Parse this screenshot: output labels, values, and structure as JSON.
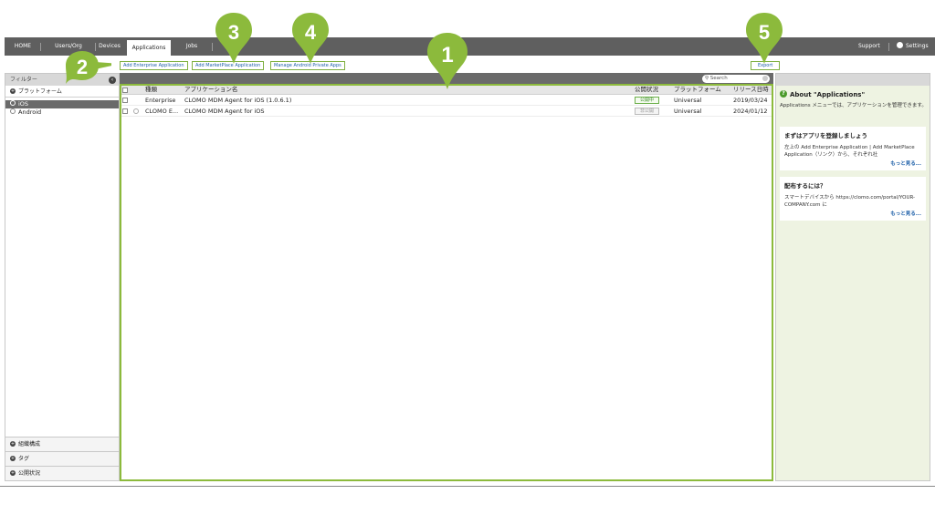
{
  "nav": {
    "tabs": [
      "HOME",
      "Users/Org",
      "Devices",
      "Applications",
      "Jobs",
      ""
    ],
    "active": "Applications",
    "support": "Support",
    "settings": "Settings"
  },
  "actions": {
    "add_enterprise": "Add Enterprise Application",
    "add_marketplace": "Add MarketPlace Application",
    "manage_android": "Manage Android Private Apps",
    "export": "Export"
  },
  "sidebar": {
    "header": "フィルター",
    "platform_section": "プラットフォーム",
    "items": [
      "iOS",
      "Android"
    ],
    "bottom_sections": [
      "組織構成",
      "タグ",
      "公開状況"
    ]
  },
  "search": {
    "placeholder": "Search"
  },
  "table": {
    "headers": [
      "種類",
      "アプリケーション名",
      "公開状況",
      "プラットフォーム",
      "リリース日時"
    ],
    "rows": [
      {
        "type": "Enterprise",
        "name": "CLOMO MDM Agent for iOS (1.0.6.1)",
        "status": "公開中",
        "platform": "Universal",
        "date": "2019/03/24"
      },
      {
        "type": "CLOMO E...",
        "name": "CLOMO MDM Agent for iOS",
        "status": "非公開",
        "platform": "Universal",
        "date": "2024/01/12"
      }
    ]
  },
  "help": {
    "title": "About \"Applications\"",
    "desc": "Applications メニューでは、アプリケーションを管理できます。",
    "cards": [
      {
        "title": "まずはアプリを登録しましょう",
        "body": "左上の Add Enterprise Application | Add MarketPlace Application（リンク）から、それぞれ社",
        "more": "もっと見る..."
      },
      {
        "title": "配布するには？",
        "body": "スマートデバイスから https://clomo.com/portal/YOUR-COMPANY.com に",
        "more": "もっと見る..."
      }
    ]
  },
  "callouts": [
    "1",
    "2",
    "3",
    "4",
    "5"
  ],
  "colors": {
    "callout": "#8cba3c",
    "nav": "#5f5f5f",
    "link": "#1d5fa8"
  }
}
